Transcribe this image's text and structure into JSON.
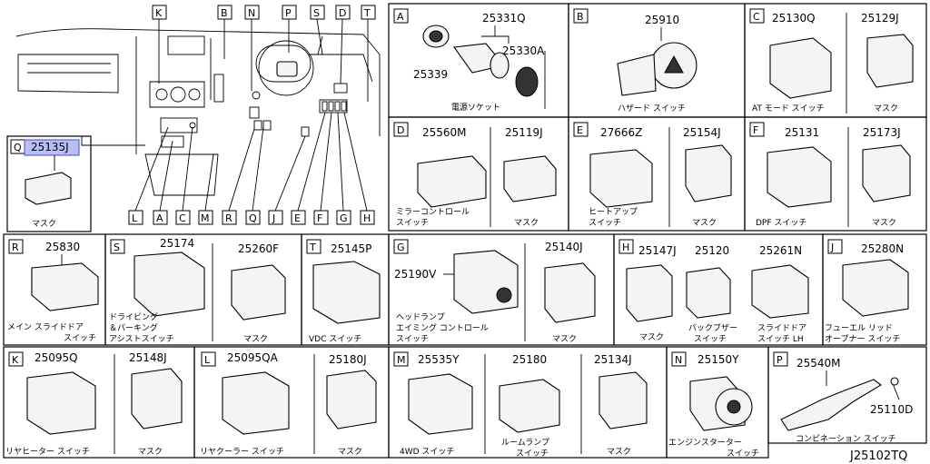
{
  "diagram_code": "J25102TQ",
  "overview": {
    "top_labels": [
      "K",
      "B",
      "N",
      "P",
      "S",
      "D",
      "T"
    ],
    "bottom_labels": [
      "L",
      "A",
      "C",
      "M",
      "R",
      "Q",
      "J",
      "E",
      "F",
      "G",
      "H"
    ]
  },
  "panels": {
    "Q": {
      "letter": "Q",
      "parts": [
        "25135J"
      ],
      "captions": [
        "マスク"
      ]
    },
    "A": {
      "letter": "A",
      "parts": [
        "25331Q",
        "25330A",
        "25339"
      ],
      "captions": [
        "電源ソケット"
      ]
    },
    "B": {
      "letter": "B",
      "parts": [
        "25910"
      ],
      "captions": [
        "ハザード スイッチ"
      ]
    },
    "C": {
      "letter": "C",
      "parts": [
        "25130Q",
        "25129J"
      ],
      "captions": [
        "AT モード スイッチ",
        "マスク"
      ]
    },
    "D": {
      "letter": "D",
      "parts": [
        "25560M",
        "25119J"
      ],
      "captions": [
        "ミラーコントロール",
        "スイッチ",
        "マスク"
      ]
    },
    "E": {
      "letter": "E",
      "parts": [
        "27666Z",
        "25154J"
      ],
      "captions": [
        "ヒートアップ",
        "スイッチ",
        "マスク"
      ]
    },
    "F": {
      "letter": "F",
      "parts": [
        "25131",
        "25173J"
      ],
      "captions": [
        "DPF スイッチ",
        "マスク"
      ]
    },
    "R": {
      "letter": "R",
      "parts": [
        "25830"
      ],
      "captions": [
        "メイン スライドドア",
        "スイッチ"
      ]
    },
    "S": {
      "letter": "S",
      "parts": [
        "25174",
        "25260F"
      ],
      "captions": [
        "ドライビング",
        "＆パーキング",
        "アシストスイッチ",
        "マスク"
      ]
    },
    "T": {
      "letter": "T",
      "parts": [
        "25145P"
      ],
      "captions": [
        "VDC スイッチ"
      ]
    },
    "G": {
      "letter": "G",
      "parts": [
        "25190V",
        "25140J"
      ],
      "captions": [
        "ヘッドランプ",
        "エイミング コントロール",
        "スイッチ",
        "マスク"
      ]
    },
    "H": {
      "letter": "H",
      "parts": [
        "25147J",
        "25120",
        "25261N"
      ],
      "captions": [
        "マスク",
        "バックブザー",
        "スイッチ",
        "スライドドア",
        "スイッチ LH"
      ]
    },
    "J": {
      "letter": "J",
      "parts": [
        "25280N"
      ],
      "captions": [
        "フューエル リッド",
        "オープナー スイッチ"
      ]
    },
    "K": {
      "letter": "K",
      "parts": [
        "25095Q",
        "25148J"
      ],
      "captions": [
        "リヤヒーター スイッチ",
        "マスク"
      ]
    },
    "L": {
      "letter": "L",
      "parts": [
        "25095QA",
        "25180J"
      ],
      "captions": [
        "リヤクーラー スイッチ",
        "マスク"
      ]
    },
    "M": {
      "letter": "M",
      "parts": [
        "25535Y",
        "25180",
        "25134J"
      ],
      "captions": [
        "4WD スイッチ",
        "ルームランプ",
        "スイッチ",
        "マスク"
      ]
    },
    "N": {
      "letter": "N",
      "parts": [
        "25150Y"
      ],
      "captions": [
        "エンジンスターター",
        "スイッチ"
      ]
    },
    "P": {
      "letter": "P",
      "parts": [
        "25540M",
        "25110D"
      ],
      "captions": [
        "コンビネーション スイッチ"
      ]
    }
  }
}
